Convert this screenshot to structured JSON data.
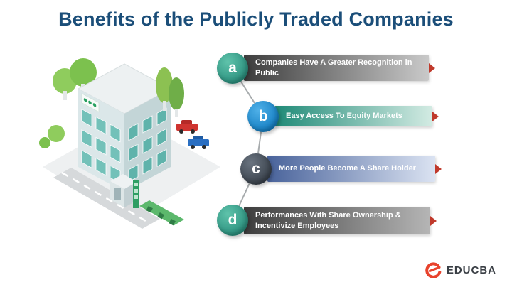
{
  "title": "Benefits of the Publicly Traded Companies",
  "items": [
    {
      "letter": "a",
      "label": "Companies Have A Greater Recognition in Public",
      "circle_color": "#2a8f7d",
      "circle_light": "#5fc3ab",
      "bar_from": "#3d3d3d",
      "bar_to": "#c9c9c9"
    },
    {
      "letter": "b",
      "label": "Easy Access To Equity Markets",
      "circle_color": "#147ec2",
      "circle_light": "#4fb0e8",
      "bar_from": "#1f8a77",
      "bar_to": "#d3ebe3"
    },
    {
      "letter": "c",
      "label": "More People Become A Share Holder",
      "circle_color": "#39414b",
      "circle_light": "#6a7480",
      "bar_from": "#49639b",
      "bar_to": "#dbe3f2"
    },
    {
      "letter": "d",
      "label": "Performances With Share Ownership & Incentivize Employees",
      "circle_color": "#2a8f7d",
      "circle_light": "#5fc3ab",
      "bar_from": "#3d3d3d",
      "bar_to": "#b5b5b5"
    }
  ],
  "bar_arrow_color": "#c0392b",
  "title_color": "#1b4e79",
  "logo": {
    "text": "EDUCBA",
    "accent_color": "#e8432d",
    "text_color": "#3a3f45"
  }
}
